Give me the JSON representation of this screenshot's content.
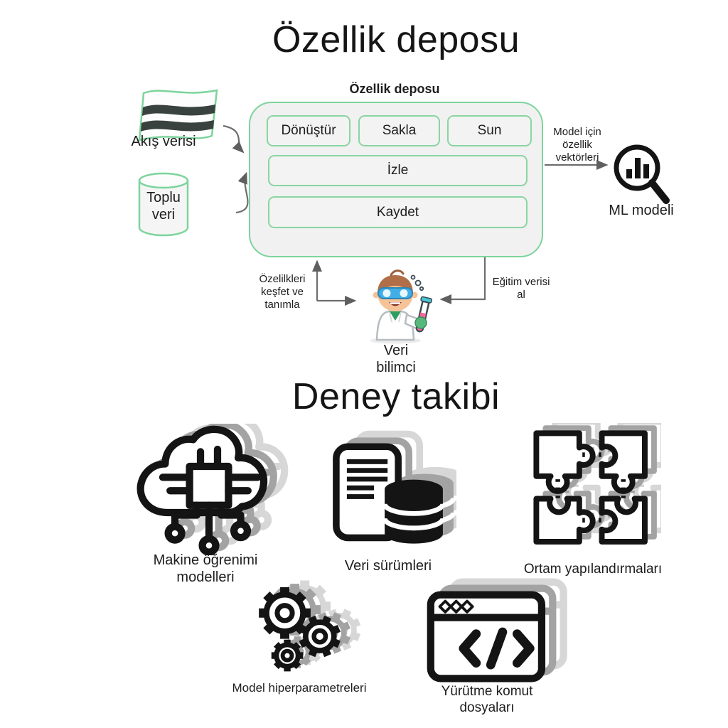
{
  "colors": {
    "accent_green": "#7cd49c",
    "box_fill": "#f0f1f0",
    "icon_black": "#141414",
    "ghost_gray_light": "#d7d7d7",
    "ghost_gray_mid": "#a3a3a3",
    "arrow_gray": "#6e6e6e",
    "stripe_dark": "#39423f",
    "goggles_blue": "#42aee6",
    "tube_pink": "#f2679b",
    "shirt_green": "#2f9e60"
  },
  "feature_store": {
    "title": "Özellik deposu",
    "box_label": "Özellik deposu",
    "process_buttons": [
      "Dönüştür",
      "Sakla",
      "Sun"
    ],
    "wide_buttons": [
      "İzle",
      "Kaydet"
    ],
    "stream_input": {
      "label": "Akış verisi",
      "icon": "wavy-flag-icon"
    },
    "batch_input": {
      "label": [
        "Toplu",
        "veri"
      ],
      "icon": "database-cylinder-icon"
    },
    "output": {
      "arrow_label": [
        "Model için",
        "özellik",
        "vektörleri"
      ],
      "target_label": "ML modeli",
      "icon": "magnifier-chart-icon"
    },
    "discover_label": [
      "Özelilkleri",
      "keşfet ve",
      "tanımla"
    ],
    "training_label": [
      "Eğitim verisi",
      "al"
    ],
    "scientist": {
      "label": [
        "Veri",
        "bilimci"
      ],
      "icon": "data-scientist-icon"
    }
  },
  "experiment_tracking": {
    "title": "Deney takibi",
    "items": [
      {
        "icon": "cloud-chip-icon",
        "label": [
          "Makine öğrenimi",
          "modelleri"
        ]
      },
      {
        "icon": "documents-database-icon",
        "label": [
          "Veri sürümleri"
        ]
      },
      {
        "icon": "puzzle-pieces-icon",
        "label": [
          "Ortam yapılandırmaları"
        ]
      },
      {
        "icon": "gears-icon",
        "label": [
          "Model hiperparametreleri"
        ]
      },
      {
        "icon": "code-window-icon",
        "label": [
          "Yürütme komut",
          "dosyaları"
        ]
      }
    ]
  }
}
